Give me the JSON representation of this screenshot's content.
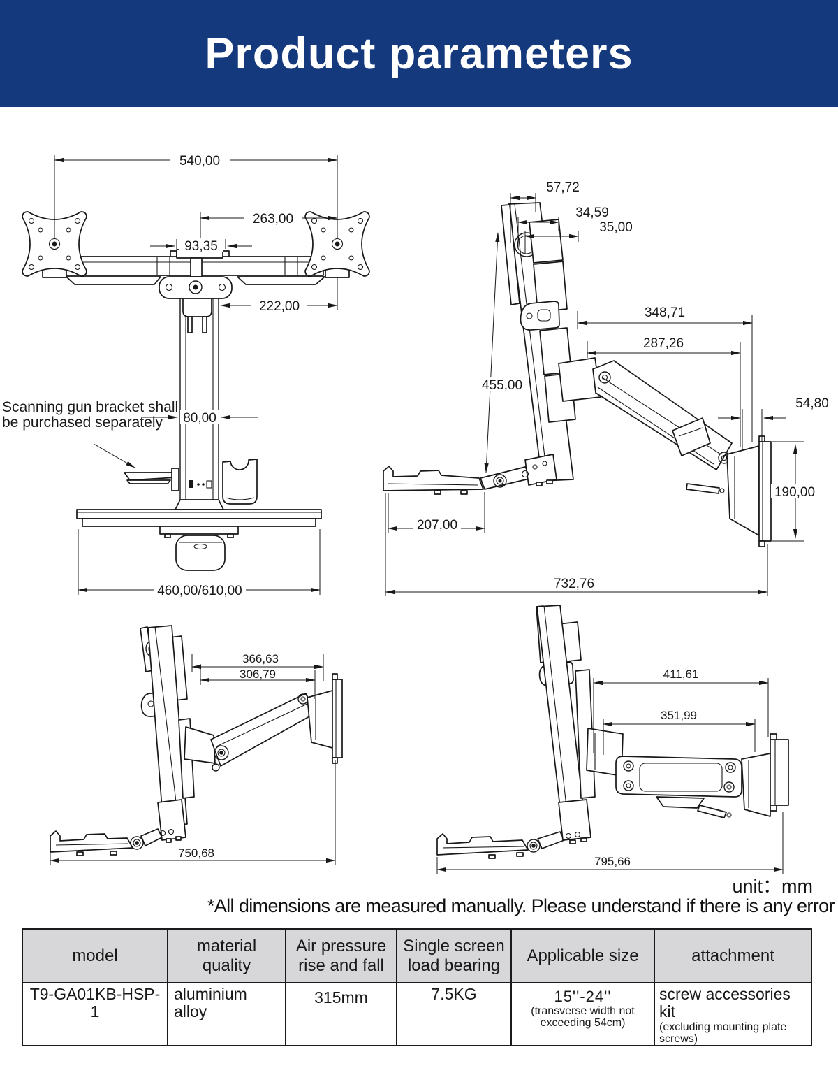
{
  "header": {
    "title": "Product parameters",
    "bg_color": "#15397d",
    "text_color": "#ffffff"
  },
  "front_view": {
    "annotation": {
      "line1": "Scanning gun bracket shall",
      "line2": "be purchased separately"
    },
    "dims": {
      "total_width": "540,00",
      "right_span": "263,00",
      "pole_width": "93,35",
      "arm_span": "222,00",
      "column_width": "80,00",
      "tray_width": "460,00/610,00"
    }
  },
  "side_view_raised": {
    "dims": {
      "top_a": "57,72",
      "top_b": "34,59",
      "top_c": "35,00",
      "reach_a": "348,71",
      "reach_b": "287,26",
      "screen_height": "455,00",
      "wall_offset": "54,80",
      "plate_height": "190,00",
      "tray_depth": "207,00",
      "total_depth": "732,76"
    }
  },
  "side_view_mid": {
    "dims": {
      "reach_a": "366,63",
      "reach_b": "306,79",
      "total_depth": "750,68"
    }
  },
  "side_view_low": {
    "dims": {
      "reach_a": "411,61",
      "reach_b": "351,99",
      "total_depth": "795,66"
    }
  },
  "notes": {
    "unit": "unit：mm",
    "disclaimer": "*All dimensions are measured manually. Please understand if there is any error"
  },
  "table": {
    "headers": [
      {
        "line1": "model",
        "line2": ""
      },
      {
        "line1": "material",
        "line2": "quality"
      },
      {
        "line1": "Air pressure",
        "line2": "rise and fall"
      },
      {
        "line1": "Single screen",
        "line2": "load bearing"
      },
      {
        "line1": "Applicable size",
        "line2": ""
      },
      {
        "line1": "attachment",
        "line2": ""
      }
    ],
    "row": {
      "model": "T9-GA01KB-HSP-1",
      "material_line1": "aluminium",
      "material_line2": "alloy",
      "air_pressure": "315mm",
      "load": "7.5KG",
      "size_main": "15''-24''",
      "size_sub": "(transverse width not exceeding 54cm)",
      "attachment_main": "screw accessories kit",
      "attachment_sub": "(excluding mounting plate screws)"
    }
  }
}
